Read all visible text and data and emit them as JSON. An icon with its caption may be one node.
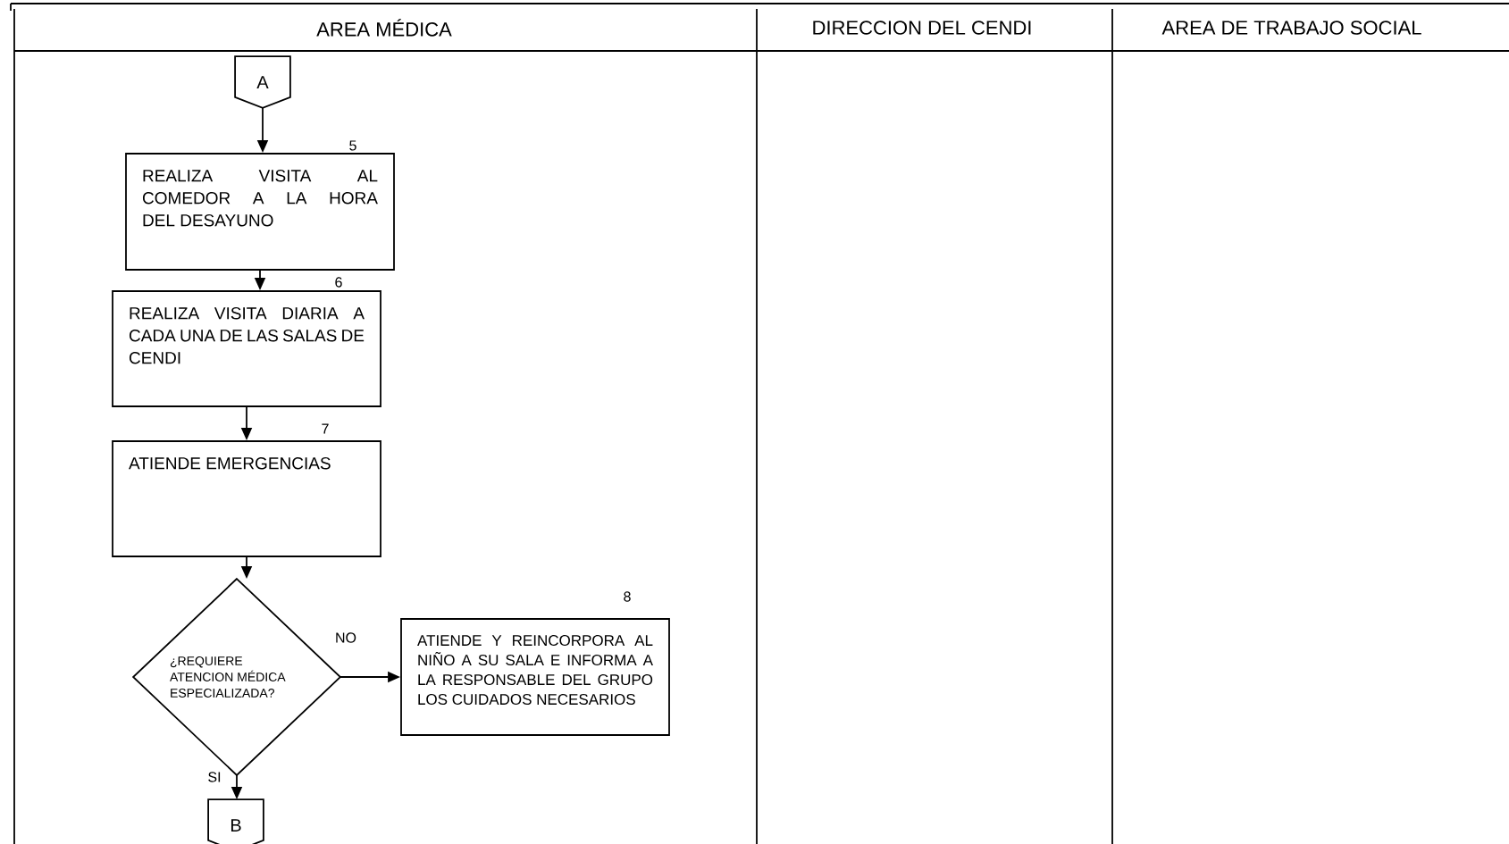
{
  "diagram": {
    "nodes": [
      {
        "text": [
          "A"
        ]
      },
      {
        "text": [
          "REALIZA VISITA AL COMEDOR A LA HORA DEL DESAYUNO"
        ],
        "beside": [
          "5"
        ]
      },
      {
        "text": [
          "REALIZA VISITA DIARIA A CADA UNA DE LAS SALAS DE CENDI"
        ],
        "beside": [
          "6"
        ]
      },
      {
        "text": [
          "ATIENDE EMERGENCIAS"
        ],
        "beside": [
          "7"
        ]
      },
      {
        "text": [
          "¿REQUIERE ATENCION MÉDICA ESPECIALIZADA?"
        ]
      },
      {
        "text": [
          "ATIENDE Y REINCORPORA AL NIÑO A SU SALA E INFORMA A LA RESPONSABLE DEL GRUPO LOS CUIDADOS NECESARIOS"
        ],
        "beside": [
          "8"
        ]
      },
      {
        "text": [
          "B"
        ]
      }
    ],
    "edges": [
      {
        "from": 0,
        "to": 1,
        "arrow": "to"
      },
      {
        "from": 1,
        "to": 2,
        "arrow": "to"
      },
      {
        "from": 2,
        "to": 3,
        "arrow": "to"
      },
      {
        "from": 3,
        "to": 4,
        "arrow": "to"
      },
      {
        "from": 4,
        "to": 5,
        "arrow": "to",
        "label": "NO"
      },
      {
        "from": 4,
        "to": 6,
        "arrow": "to",
        "label": "SI"
      }
    ],
    "labels": [
      "AREA MÉDICA",
      "DIRECCION DEL CENDI",
      "AREA DE TRABAJO SOCIAL"
    ]
  }
}
